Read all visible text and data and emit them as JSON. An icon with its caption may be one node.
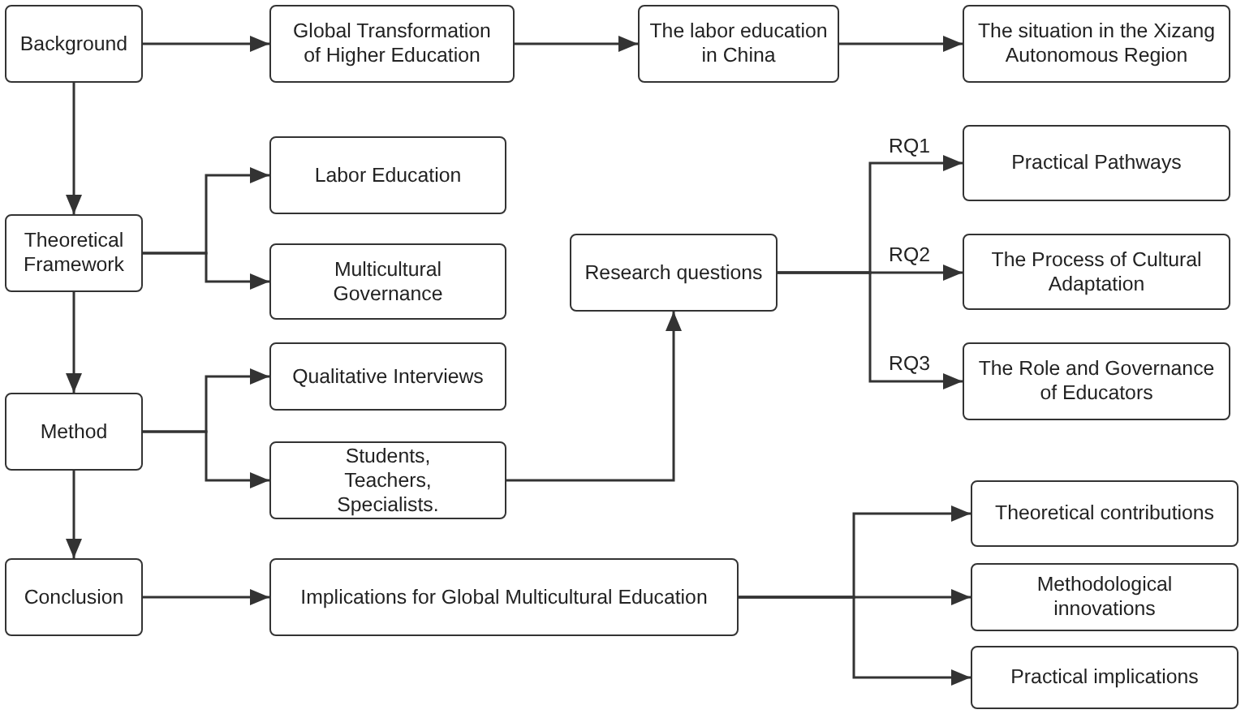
{
  "diagram": {
    "nodes": [
      {
        "text": [
          "Background"
        ]
      },
      {
        "text": [
          "Global Transformation of Higher Education"
        ]
      },
      {
        "text": [
          "The labor education in China"
        ]
      },
      {
        "text": [
          "The situation in the Xizang Autonomous Region"
        ]
      },
      {
        "text": [
          "Theoretical Framework"
        ]
      },
      {
        "text": [
          "Labor Education"
        ]
      },
      {
        "text": [
          "Multicultural Governance"
        ]
      },
      {
        "text": [
          "Research questions"
        ]
      },
      {
        "text": [
          "Practical Pathways"
        ]
      },
      {
        "text": [
          "The Process of Cultural Adaptation"
        ]
      },
      {
        "text": [
          "The Role and Governance of Educators"
        ]
      },
      {
        "text": [
          "Method"
        ]
      },
      {
        "text": [
          "Qualitative Interviews"
        ]
      },
      {
        "text": [
          "Students, Teachers, Specialists."
        ]
      },
      {
        "text": [
          "Conclusion"
        ]
      },
      {
        "text": [
          "Implications for Global Multicultural Education"
        ]
      },
      {
        "text": [
          "Theoretical contributions"
        ]
      },
      {
        "text": [
          "Methodological innovations"
        ]
      },
      {
        "text": [
          "Practical implications"
        ]
      }
    ],
    "edges": [
      {
        "from": 0,
        "to": 1,
        "arrow": "to"
      },
      {
        "from": 1,
        "to": 2,
        "arrow": "to"
      },
      {
        "from": 2,
        "to": 3,
        "arrow": "to"
      },
      {
        "from": 0,
        "to": 4,
        "arrow": "to"
      },
      {
        "from": 4,
        "to": 5,
        "arrow": "to"
      },
      {
        "from": 4,
        "to": 6,
        "arrow": "to"
      },
      {
        "from": 4,
        "to": 11,
        "arrow": "to"
      },
      {
        "from": 11,
        "to": 12,
        "arrow": "to"
      },
      {
        "from": 11,
        "to": 13,
        "arrow": "to"
      },
      {
        "from": 11,
        "to": 14,
        "arrow": "to"
      },
      {
        "from": 13,
        "to": 7,
        "arrow": "to"
      },
      {
        "from": 7,
        "to": 8,
        "arrow": "to",
        "label": "RQ1"
      },
      {
        "from": 7,
        "to": 9,
        "arrow": "to",
        "label": "RQ2"
      },
      {
        "from": 7,
        "to": 10,
        "arrow": "to",
        "label": "RQ3"
      },
      {
        "from": 14,
        "to": 15,
        "arrow": "to"
      },
      {
        "from": 15,
        "to": 16,
        "arrow": "to"
      },
      {
        "from": 15,
        "to": 17,
        "arrow": "to"
      },
      {
        "from": 15,
        "to": 18,
        "arrow": "to"
      }
    ]
  }
}
